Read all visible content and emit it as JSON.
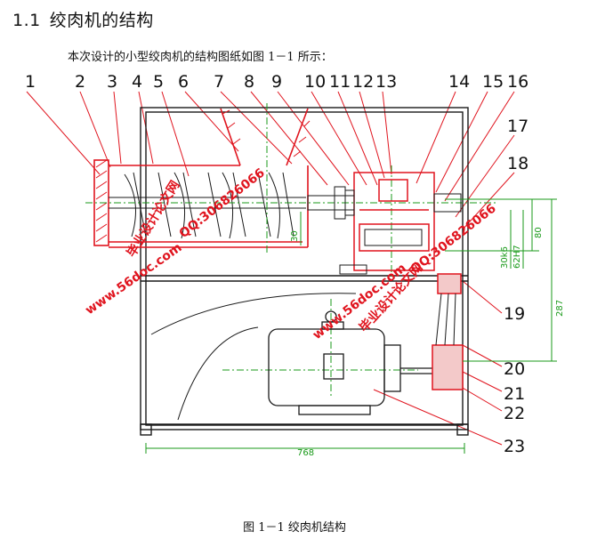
{
  "section": {
    "number": "1.1",
    "title": "绞肉机的结构"
  },
  "intro_text": "本次设计的小型绞肉机的结构图纸如图 1－1 所示：",
  "figure": {
    "caption": "图 1－1  绞肉机结构",
    "callouts": [
      "1",
      "2",
      "3",
      "4",
      "5",
      "6",
      "7",
      "8",
      "9",
      "10",
      "11",
      "12",
      "13",
      "14",
      "15",
      "16",
      "17",
      "18",
      "19",
      "20",
      "21",
      "22",
      "23"
    ],
    "dimensions": {
      "width": "768",
      "shaft": "30",
      "d80": "80",
      "d287": "287",
      "d30k6": "30k6",
      "d62h7": "62H7"
    },
    "watermarks": {
      "site": "www.56doc.com",
      "qq": "QQ:306826066",
      "name": "毕业设计论文网"
    },
    "colors": {
      "outline": "#1a1a1a",
      "cut_section": "#e0141e",
      "dimension": "#1a9a1a",
      "centerline": "#1a9a1a"
    }
  }
}
